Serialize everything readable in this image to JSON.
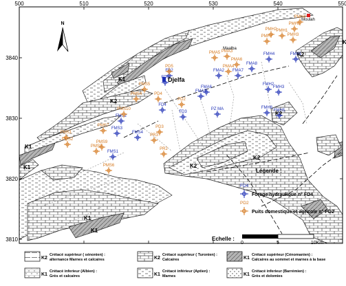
{
  "axes": {
    "x_ticks": [
      "500",
      "510",
      "520",
      "530",
      "540",
      "550"
    ],
    "y_ticks": [
      "3840",
      "3830",
      "3820",
      "3810"
    ]
  },
  "north_label": "N",
  "towns": [
    {
      "name": "Djelfa"
    },
    {
      "name": "Moulah"
    },
    {
      "name": "Maalba"
    }
  ],
  "boreholes": [
    "FD2",
    "FD6",
    "FD4",
    "FD3",
    "FMA6",
    "FMA5",
    "FMA2",
    "FMA7",
    "FMA8",
    "FMH4",
    "FMH2",
    "FMH3",
    "FMH6",
    "FMH5",
    "FMH1",
    "FMS1",
    "FMS2",
    "FMS3",
    "FMS4",
    "PZ MA"
  ],
  "wells": [
    "PMH4",
    "PMH6",
    "PMH1",
    "PMH2",
    "PMH3",
    "PMH7",
    "PMA5",
    "PMA3",
    "PMA4",
    "PMA6",
    "PD5",
    "PD4",
    "PD2",
    "PD3",
    "PR2",
    "PR3",
    "PMS5",
    "PMS4",
    "PMS10",
    "PMS7",
    "PMS9",
    "PMS8",
    "PMS6",
    "PMS1",
    "PMS2"
  ],
  "formation_labels": [
    "K2",
    "K2",
    "K1",
    "K2",
    "K2",
    "K2",
    "K2",
    "K1",
    "K1",
    "K1",
    "K1"
  ],
  "legend": {
    "title": "Légende :",
    "borehole_example": "FD4",
    "borehole_text": "Forage hydraulique n° FD4",
    "well_example": "PD2",
    "well_text": "Puits domestique et agricole n° PD2"
  },
  "scale": {
    "label": "Echelle :",
    "ticks": [
      "0",
      "5",
      "10Km"
    ]
  },
  "bottom_legend": [
    {
      "symbol": "K2",
      "text1": "Crétacé supérieur ( sénonien) :",
      "text2": "alternance Marnes et calcaires"
    },
    {
      "symbol": "K2",
      "text1": "Crétacé supérieur ( Turonien) :",
      "text2": "Calcaires"
    },
    {
      "symbol": "K1",
      "text1": "Crétacé supérieur (Cénomanien) :",
      "text2": "Calcaires au sommet et marnes à la base"
    },
    {
      "symbol": "K1",
      "text1": "Crétacé inferieur (Albien) :",
      "text2": "Grès et calcaires"
    },
    {
      "symbol": "K1",
      "text1": "Crétacé inférieur (Aptien) :",
      "text2": "Marnes"
    },
    {
      "symbol": "K1",
      "text1": "Crétacé inferieur (Barrémien) :",
      "text2": "Grès et dolomies"
    }
  ],
  "colors": {
    "borehole": "#1d2fb5",
    "well": "#d4771c",
    "town_djelfa": "#1d2fb5",
    "town_moulah": "#e01b1b",
    "frame": "#000000"
  }
}
